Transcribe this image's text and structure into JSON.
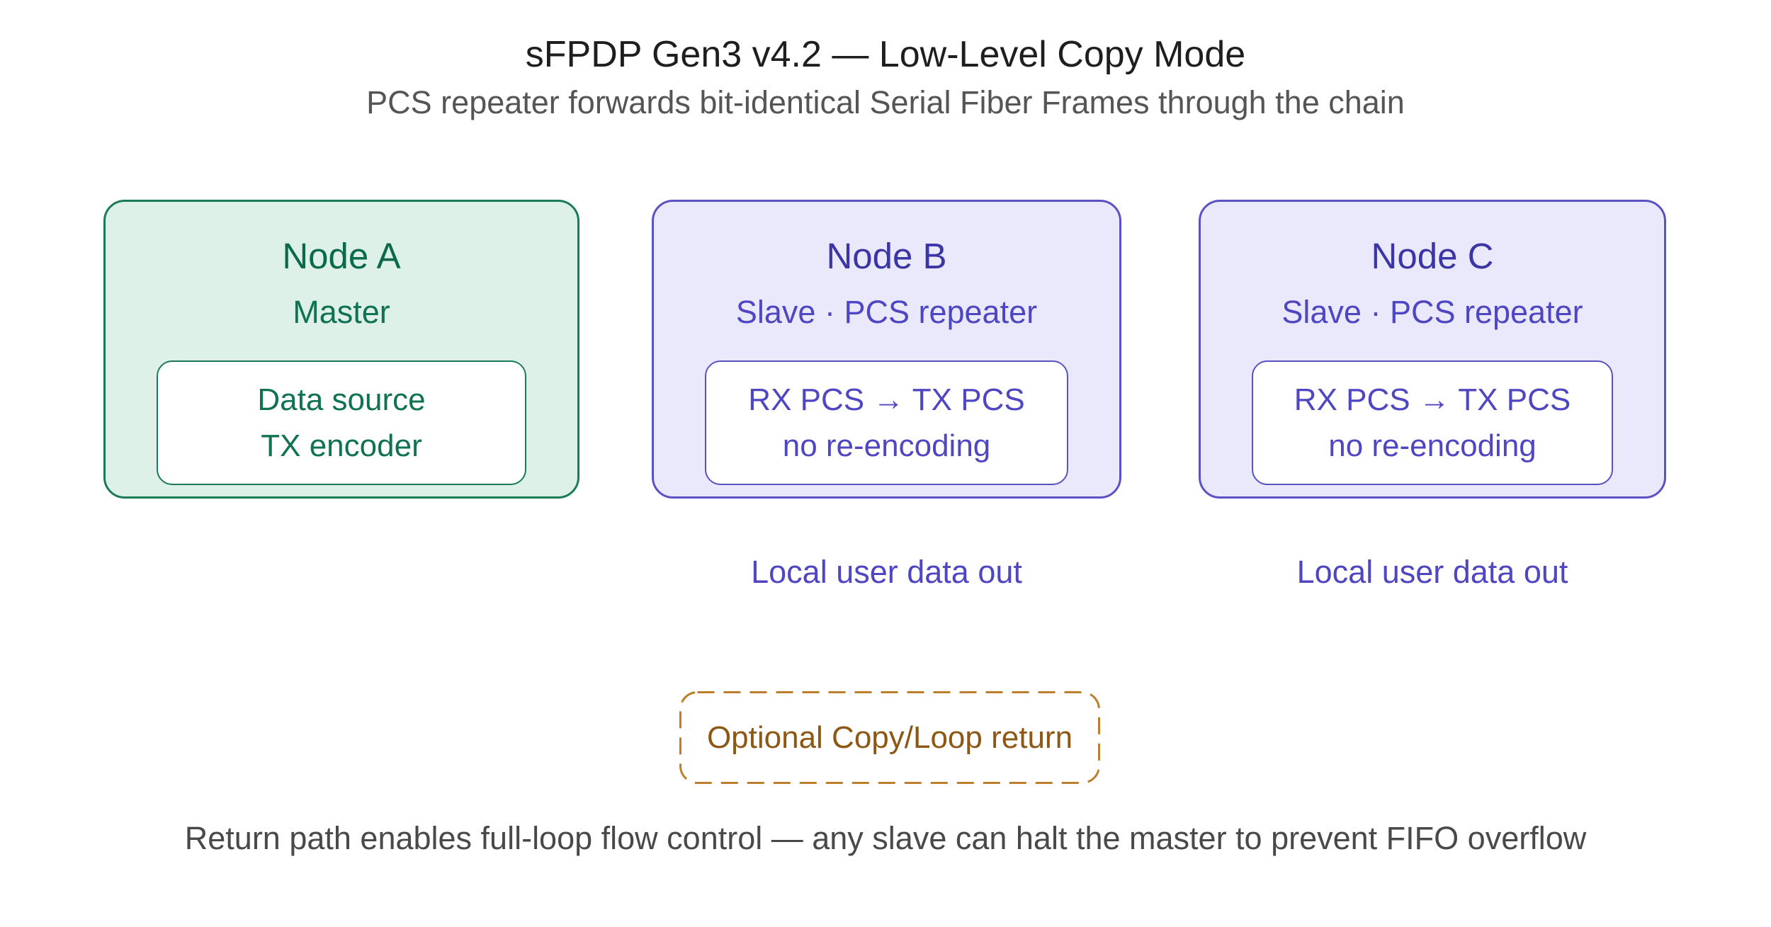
{
  "header": {
    "title": "sFPDP Gen3 v4.2 — Low-Level Copy Mode",
    "subtitle": "PCS repeater forwards bit-identical Serial Fiber Frames through the chain"
  },
  "nodes": [
    {
      "title": "Node A",
      "role": "Master",
      "theme": "green",
      "box_lines": [
        "Data source",
        "TX encoder"
      ]
    },
    {
      "title": "Node B",
      "role": "Slave · PCS repeater",
      "theme": "purple",
      "box_lines": [
        "RX PCS → TX PCS",
        "no re-encoding"
      ],
      "output_label": "Local user data out"
    },
    {
      "title": "Node C",
      "role": "Slave · PCS repeater",
      "theme": "purple",
      "box_lines": [
        "RX PCS → TX PCS",
        "no re-encoding"
      ],
      "output_label": "Local user data out"
    }
  ],
  "return_path": {
    "label": "Optional Copy/Loop return",
    "border_style": "dashed"
  },
  "footer": {
    "caption": "Return path enables full-loop flow control — any slave can halt the master to prevent FIFO overflow"
  },
  "colors": {
    "background": "#ffffff",
    "title_text": "#1e1e1e",
    "subtitle_text": "#555555",
    "caption_text": "#494949",
    "green_fill": "#def1e8",
    "green_border": "#1b7b57",
    "green_title_text": "#0a6b4c",
    "green_body_text": "#0f7253",
    "purple_fill": "#e9e9fb",
    "purple_border": "#5a51c3",
    "purple_title_text": "#3b35a6",
    "purple_body_text": "#4f46c2",
    "return_border": "#bd7f2b",
    "return_text": "#8d5714"
  }
}
